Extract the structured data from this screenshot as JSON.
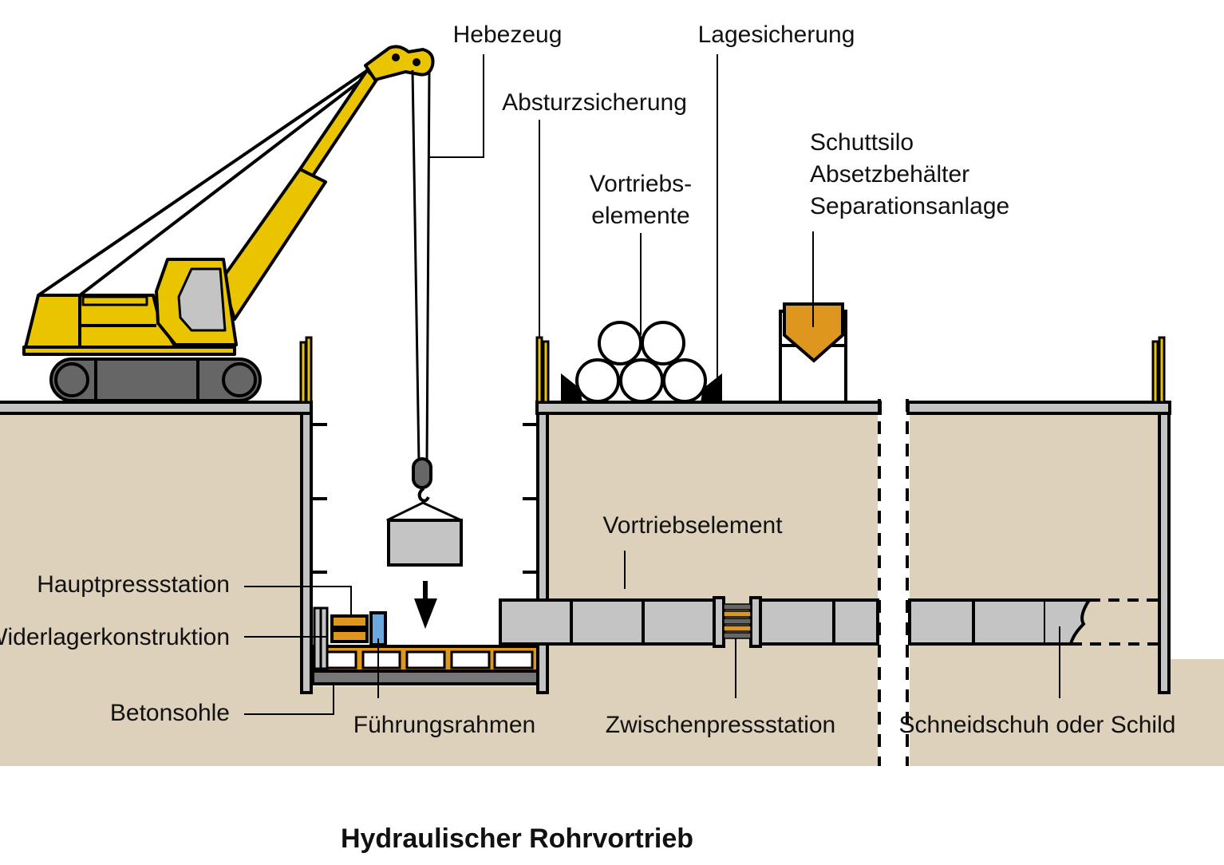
{
  "title": "Hydraulischer Rohrvortrieb",
  "colors": {
    "soil": "#ddd1bb",
    "crane_yellow": "#ebc400",
    "concrete_gray": "#c4c4c4",
    "dark_gray": "#666666",
    "press_orange": "#de961e",
    "pressure_plate_blue": "#6aa8de",
    "outline": "#000000"
  },
  "labels": {
    "hebezeug": "Hebezeug",
    "lagesicherung": "Lagesicherung",
    "absturzsicherung": "Absturzsicherung",
    "vortriebselemente_1": "Vortriebs-",
    "vortriebselemente_2": "elemente",
    "schuttsilo_1": "Schuttsilo",
    "schuttsilo_2": "Absetzbehälter",
    "schuttsilo_3": "Separationsanlage",
    "vortriebselement": "Vortriebselement",
    "hauptpressstation": "Hauptpressstation",
    "widerlagerkonstruktion": "Widerlagerkonstruktion",
    "betonsohle": "Betonsohle",
    "fuehrungsrahmen": "Führungsrahmen",
    "zwischenpressstation": "Zwischenpressstation",
    "schneidschuh": "Schneidschuh oder Schild"
  }
}
